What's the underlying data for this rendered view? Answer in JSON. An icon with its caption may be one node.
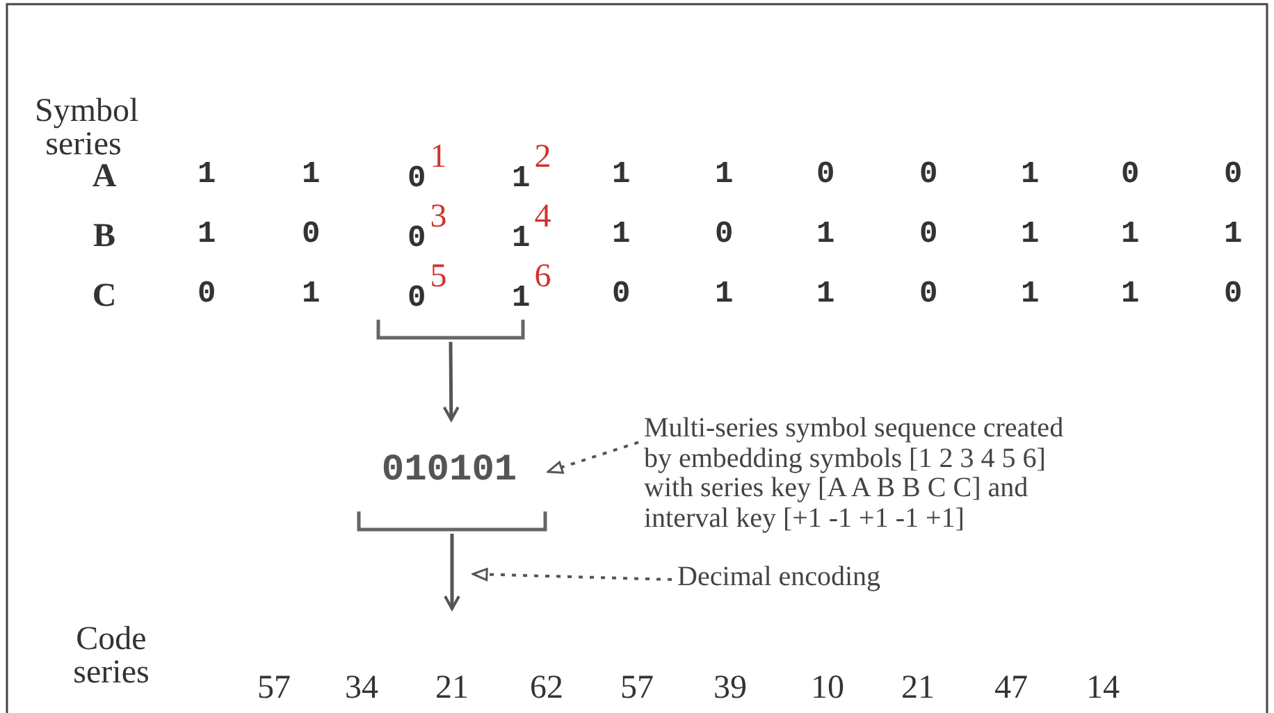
{
  "diagram": {
    "nodes": [
      {
        "text": [],
        "shape": "bracket"
      },
      {
        "text": [
          "010101"
        ]
      },
      {
        "text": [],
        "shape": "bracket"
      },
      {
        "text": [
          "Multi-series symbol sequence created by embedding symbols [1 2 3 4 5 6] with series key [A A B B C C] and interval key [+1 -1 +1 -1 +1]"
        ]
      },
      {
        "text": [
          "Decimal encoding"
        ]
      }
    ],
    "edges": [
      {
        "from": 0,
        "to": 1,
        "arrow": "to"
      },
      {
        "from": 2,
        "to": null,
        "arrow": "to"
      },
      {
        "from": 3,
        "to": 1,
        "arrow": "to",
        "style": "dashed"
      },
      {
        "from": 4,
        "to": null,
        "arrow": "to",
        "style": "dashed"
      }
    ],
    "labels": [
      "Symbol series",
      "A",
      "1",
      "1",
      "0$^{1}$",
      "1$^{2}$",
      "1",
      "1",
      "0",
      "0",
      "1",
      "0",
      "0",
      "B",
      "1",
      "0",
      "0$^{3}$",
      "1$^{4}$",
      "1",
      "0",
      "1",
      "0",
      "1",
      "1",
      "1",
      "C",
      "0",
      "1",
      "0$^{5}$",
      "1$^{6}$",
      "0",
      "1",
      "1",
      "0",
      "1",
      "1",
      "0",
      "Code series",
      "57",
      "34",
      "21",
      "62",
      "57",
      "39",
      "10",
      "21",
      "47",
      "14"
    ]
  }
}
